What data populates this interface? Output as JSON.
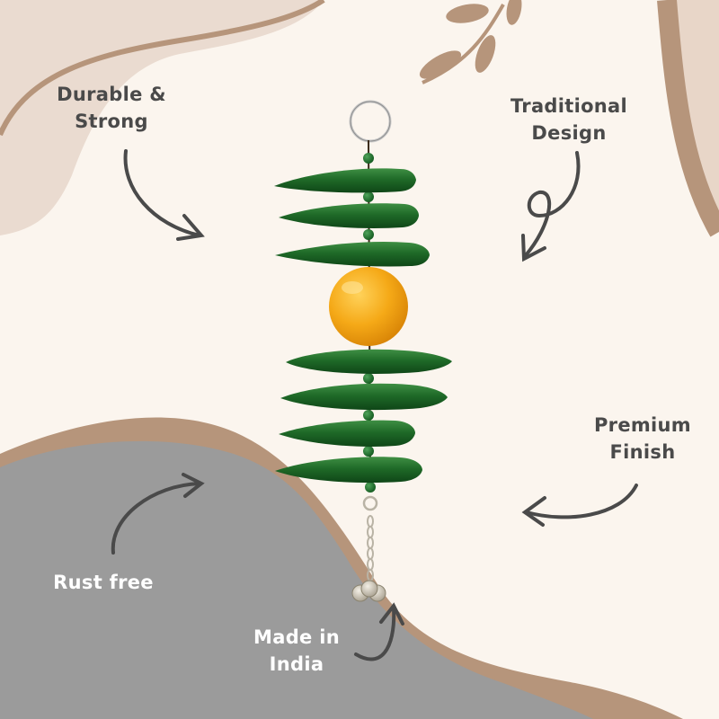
{
  "features": {
    "durable": {
      "line1": "Durable &",
      "line2": "Strong"
    },
    "traditional": {
      "line1": "Traditional",
      "line2": "Design"
    },
    "premium": {
      "line1": "Premium",
      "line2": "Finish"
    },
    "rust": {
      "line1": "Rust free"
    },
    "india": {
      "line1": "Made in",
      "line2": "India"
    }
  },
  "colors": {
    "background": "#fbf5ee",
    "blob_beige": "#eadbd0",
    "accent_brown": "#b6957b",
    "gray_panel": "#9b9b9b",
    "text_dark": "#4a4a4a",
    "text_light": "#ffffff",
    "okra_green": "#1f6a28",
    "bead_yellow": "#f5a917"
  },
  "product": {
    "okra_count": 7,
    "center_bead": "yellow-ball",
    "hanger": "silver-ring",
    "bottom": "ghungroo-bells"
  }
}
